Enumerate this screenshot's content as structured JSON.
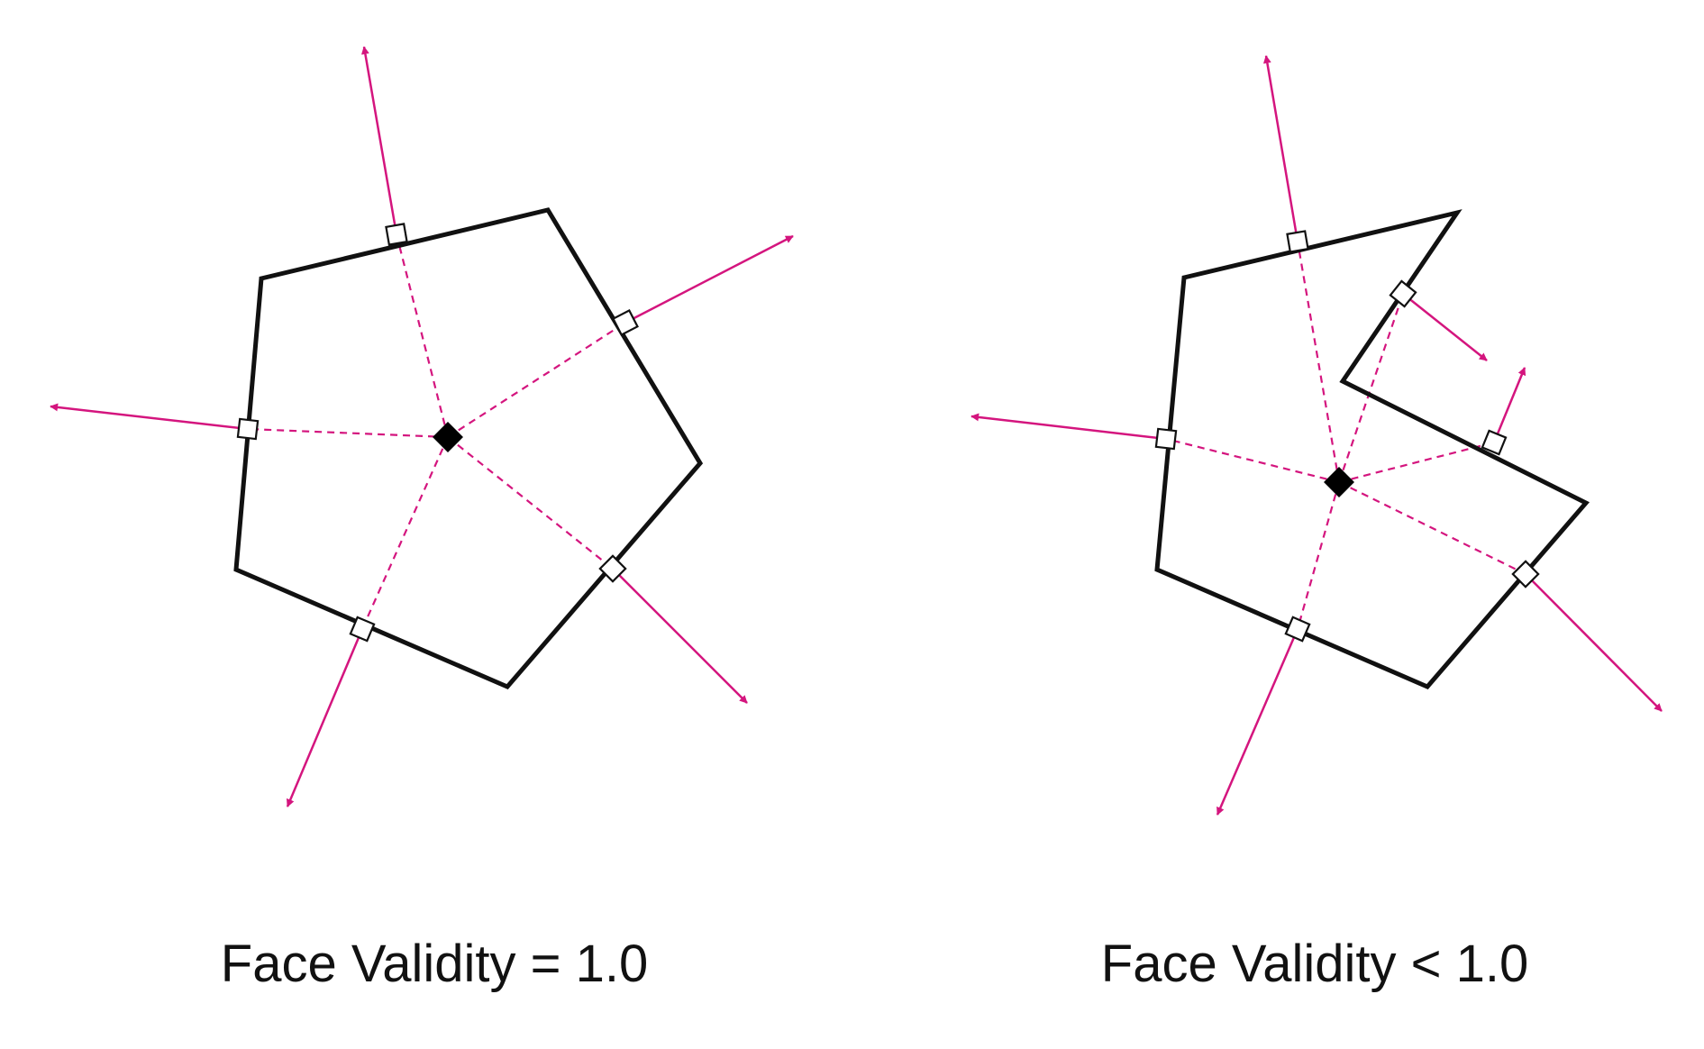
{
  "panels": [
    {
      "caption": "Face Validity = 1.0",
      "shape": "convex pentagon"
    },
    {
      "caption": "Face Validity < 1.0",
      "shape": "concave polygon"
    }
  ],
  "colors": {
    "outline": "#111111",
    "normal_arrow": "#d4157e",
    "center_marker": "#000000",
    "right_angle_marker": "#ffffff",
    "background": "#ffffff"
  }
}
